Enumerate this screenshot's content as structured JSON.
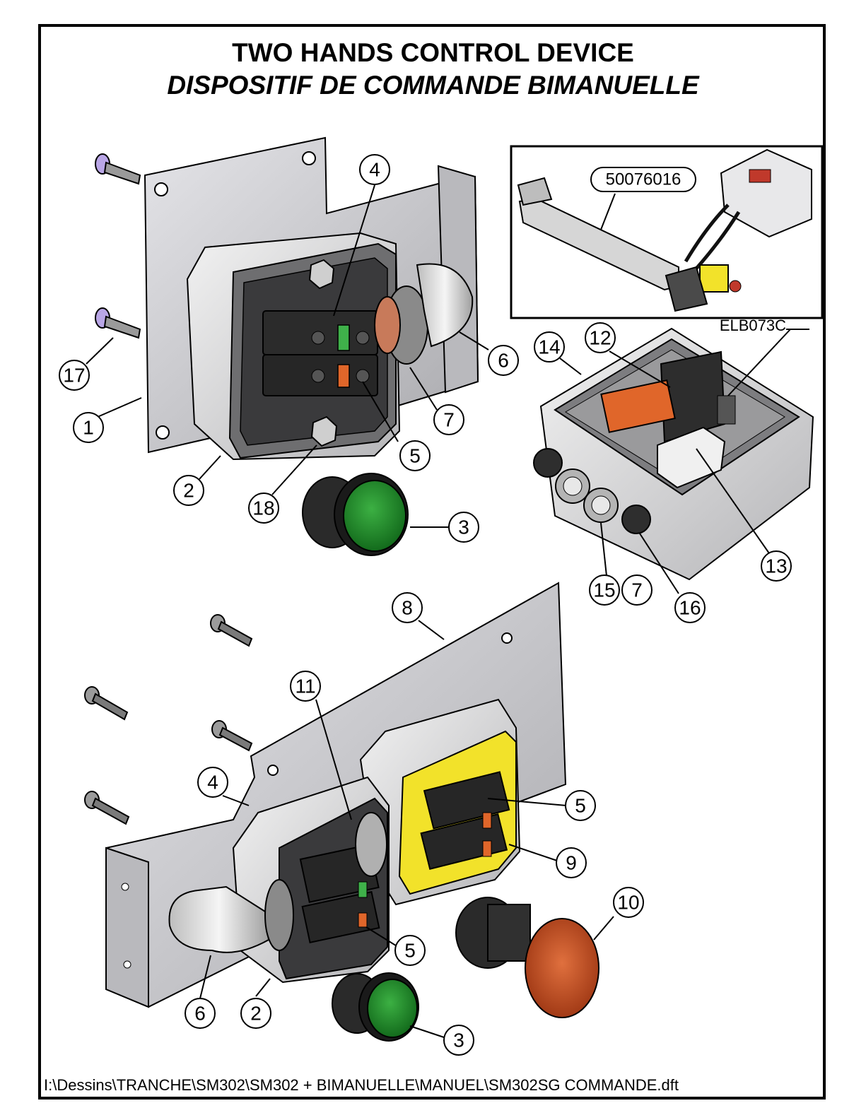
{
  "title_en": "TWO HANDS CONTROL DEVICE",
  "title_fr": "DISPOSITIF DE COMMANDE BIMANUELLE",
  "file_path": "I:\\Dessins\\TRANCHE\\SM302\\SM302 + BIMANUELLE\\MANUEL\\SM302SG COMMANDE.dft",
  "inset_part_number": "50076016",
  "ref_label_elb": "ELB073C",
  "callouts": {
    "c1": "1",
    "c2a": "2",
    "c2b": "2",
    "c3a": "3",
    "c3b": "3",
    "c4a": "4",
    "c4b": "4",
    "c5a": "5",
    "c5b": "5",
    "c5c": "5",
    "c6a": "6",
    "c6b": "6",
    "c7a": "7",
    "c7b": "7",
    "c8": "8",
    "c9": "9",
    "c10": "10",
    "c11": "11",
    "c12": "12",
    "c13": "13",
    "c14": "14",
    "c15": "15",
    "c16": "16",
    "c17": "17",
    "c18": "18"
  },
  "colors": {
    "button_green": "#1e8a2a",
    "emergency_red": "#c0471f",
    "terminal_orange": "#e0662a",
    "enclosure_yellow": "#f2e22a",
    "plate_grey": "#c8c8cc",
    "box_grey": "#d9d9db",
    "dark": "#2a2a2a"
  }
}
